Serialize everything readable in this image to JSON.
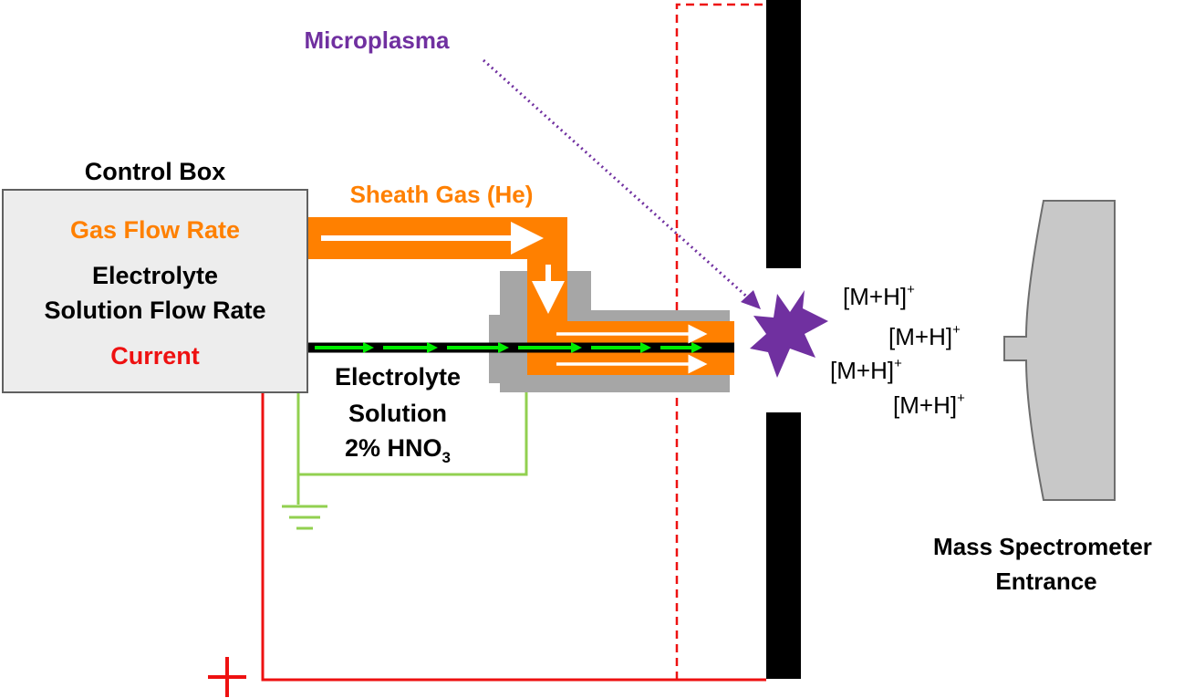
{
  "labels": {
    "control_box_title": "Control Box",
    "gas_flow_rate": "Gas Flow Rate",
    "electrolyte_line1": "Electrolyte",
    "electrolyte_line2": "Solution Flow Rate",
    "current": "Current",
    "sheath_gas": "Sheath Gas (He)",
    "microplasma": "Microplasma",
    "solution_line1": "Electrolyte",
    "solution_line2": "Solution",
    "solution_line3_prefix": "2% HNO",
    "solution_line3_subscript": "3",
    "ion_base": "[M+H]",
    "ion_superscript": "+",
    "ms_line1": "Mass Spectrometer",
    "ms_line2": "Entrance",
    "polarity": "+"
  },
  "colors": {
    "orange": "#FF8000",
    "red": "#EE1111",
    "purple": "#7030A0",
    "green_wire": "#92D050",
    "green_arrow": "#00EE00",
    "gray_body": "#A6A6A6",
    "box_fill": "#EDEDED",
    "ms_fill": "#C8C8C8"
  },
  "icons": {
    "ground": "ground-icon",
    "plus": "plus-icon",
    "plasma": "starburst-icon"
  }
}
